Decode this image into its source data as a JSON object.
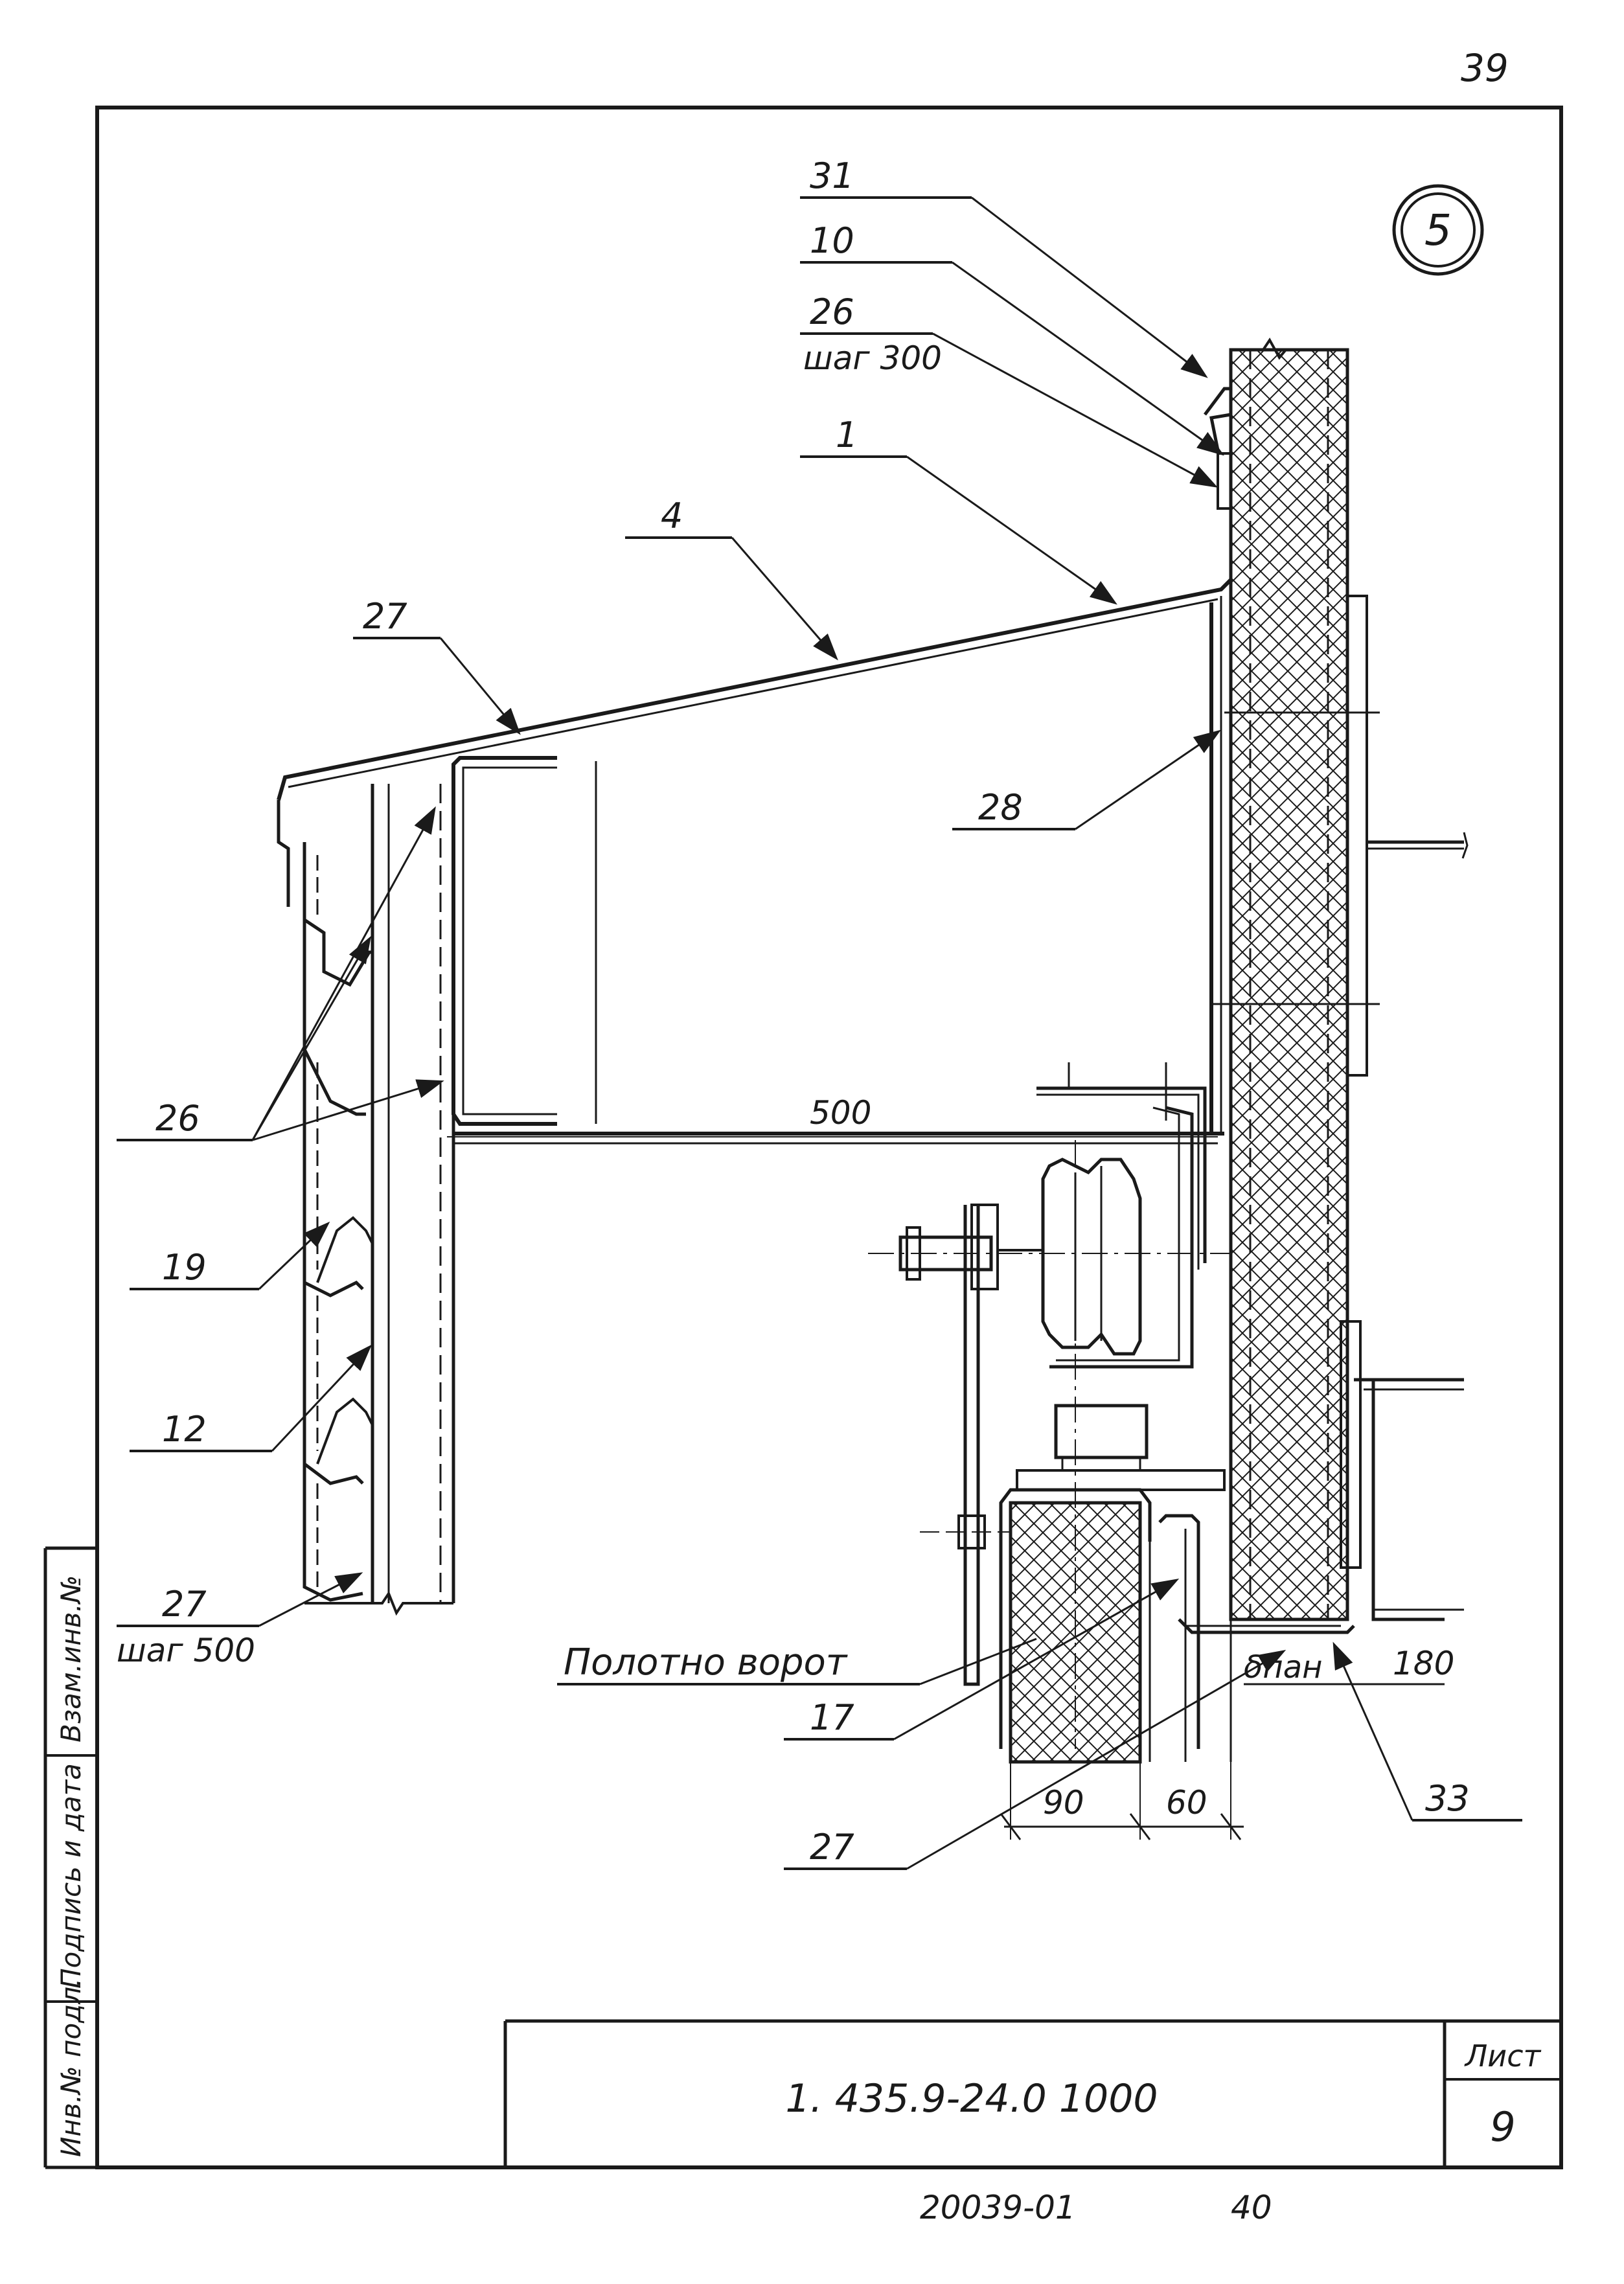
{
  "page_number": "39",
  "detail_number": "5",
  "labels": {
    "l31": "31",
    "l10": "10",
    "l26_top": "26",
    "l26_top_step": "шаг 300",
    "l1": "1",
    "l4": "4",
    "l27_top": "27",
    "l28": "28",
    "l26_left": "26",
    "l19": "19",
    "l12": "12",
    "l27_bottom": "27",
    "l27_bottom_step": "шаг 500",
    "l17": "17",
    "l27_center": "27",
    "l33": "33",
    "door_leaf": "Полотно ворот"
  },
  "dimensions": {
    "d500": "500",
    "d90": "90",
    "d60": "60",
    "d180": "180",
    "b_pan": "δпан"
  },
  "stamp": {
    "doc_code": "1. 435.9-24.0 1000",
    "sheet_label": "Лист",
    "sheet_number": "9",
    "side_labels": [
      "Инв.№ подл.",
      "Подпись и дата",
      "Взам.инв.№"
    ]
  },
  "footer": {
    "left": "20039-01",
    "right": "40"
  }
}
